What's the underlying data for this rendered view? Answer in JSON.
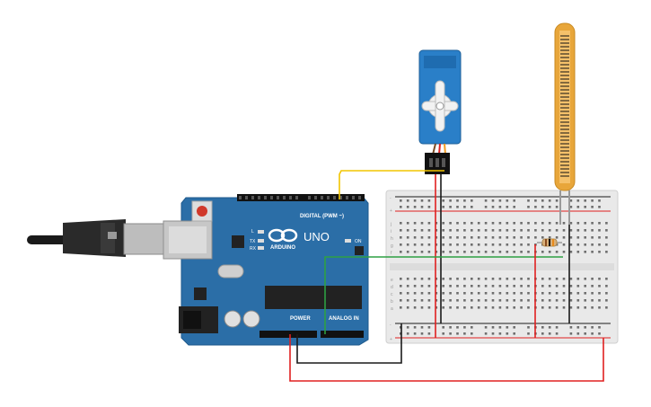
{
  "board": {
    "brand_logo_text": "ARDUINO",
    "model_text": "UNO",
    "digital_label": "DIGITAL (PWM ~)",
    "power_label": "POWER",
    "analog_label": "ANALOG IN",
    "on_label": "ON",
    "tx_label": "TX",
    "rx_label": "RX",
    "l_label": "L",
    "board_color": "#2b6ea7"
  },
  "breadboard": {
    "row_letters_top": [
      "j",
      "i",
      "h",
      "g",
      "f"
    ],
    "row_letters_bottom": [
      "e",
      "d",
      "c",
      "b",
      "a"
    ],
    "plus_label": "+",
    "minus_label": "-"
  },
  "wires": {
    "signal_color": "#f2c500",
    "power_color": "#e02020",
    "ground_color": "#1a1a1a",
    "analog_color": "#2ea043"
  },
  "components": {
    "servo_color": "#2a7fc8",
    "flex_sensor_color": "#e8a63a",
    "resistor_color": "#d9b07a"
  }
}
